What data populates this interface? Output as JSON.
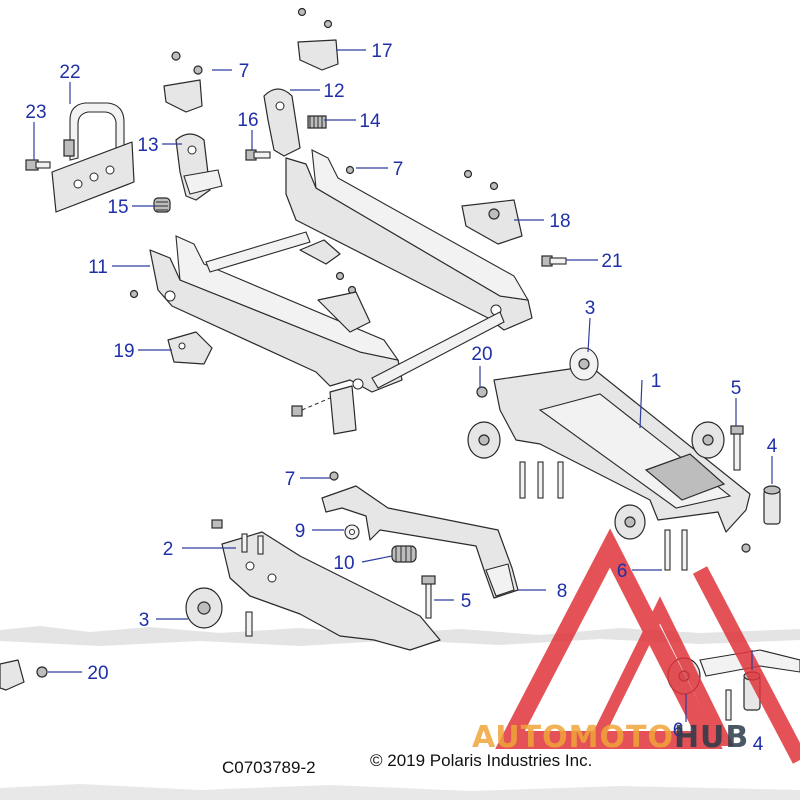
{
  "diagram": {
    "callouts": [
      {
        "label": "1"
      },
      {
        "label": "2"
      },
      {
        "label": "3"
      },
      {
        "label": "3"
      },
      {
        "label": "4"
      },
      {
        "label": "4"
      },
      {
        "label": "5"
      },
      {
        "label": "5"
      },
      {
        "label": "6"
      },
      {
        "label": "6"
      },
      {
        "label": "7"
      },
      {
        "label": "7"
      },
      {
        "label": "7"
      },
      {
        "label": "8"
      },
      {
        "label": "9"
      },
      {
        "label": "10"
      },
      {
        "label": "11"
      },
      {
        "label": "12"
      },
      {
        "label": "13"
      },
      {
        "label": "14"
      },
      {
        "label": "15"
      },
      {
        "label": "16"
      },
      {
        "label": "17"
      },
      {
        "label": "18"
      },
      {
        "label": "19"
      },
      {
        "label": "20"
      },
      {
        "label": "20"
      },
      {
        "label": "21"
      },
      {
        "label": "22"
      },
      {
        "label": "23"
      }
    ],
    "callout_color": "#1f2fa8",
    "line_color": "#2a2a2a"
  },
  "footer": {
    "drawing_number": "C0703789-2",
    "copyright": "© 2019 Polaris Industries Inc."
  },
  "watermark": {
    "word_part1": "AUTOMOTO",
    "word_part2": "HUB",
    "color_primary": "#e0353a",
    "color_word1": "#f0a53a",
    "color_word2": "#2b3a4a"
  }
}
